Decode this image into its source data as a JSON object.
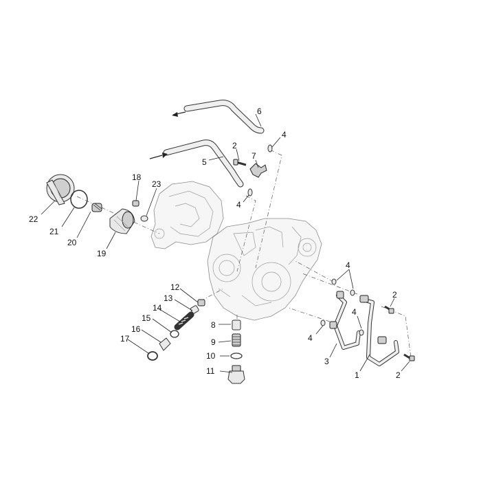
{
  "diagram": {
    "callouts": {
      "c1": "1",
      "c2a": "2",
      "c2b": "2",
      "c2c": "2",
      "c3": "3",
      "c4a": "4",
      "c4b": "4",
      "c4c": "4",
      "c4d": "4",
      "c4e": "4",
      "c5": "5",
      "c6": "6",
      "c7": "7",
      "c8": "8",
      "c9": "9",
      "c10": "10",
      "c11": "11",
      "c12": "12",
      "c13": "13",
      "c14": "14",
      "c15": "15",
      "c16": "16",
      "c17": "17",
      "c18": "18",
      "c19": "19",
      "c20": "20",
      "c21": "21",
      "c22": "22",
      "c23": "23"
    }
  }
}
